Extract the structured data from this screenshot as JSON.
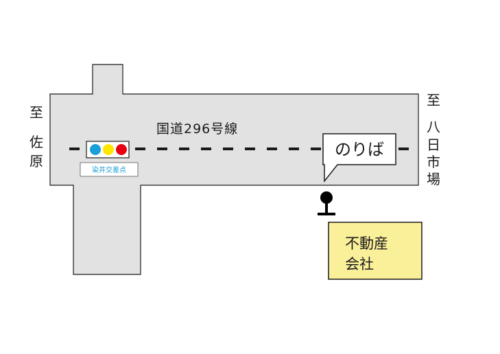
{
  "map": {
    "route_name": "国道296号線",
    "direction_left": [
      "至",
      "佐",
      "原"
    ],
    "direction_right": [
      "至",
      "八",
      "日",
      "市",
      "場"
    ],
    "intersection": {
      "name": "染井交差点",
      "signal_colors": [
        "#1a9ed6",
        "#ffe600",
        "#e60012"
      ]
    },
    "bus_stop": {
      "label": "のりば"
    },
    "landmark": {
      "lines": [
        "不動産",
        "会社"
      ],
      "fill_color": "#fbf09a"
    },
    "road_color": "#e2e2e2"
  }
}
